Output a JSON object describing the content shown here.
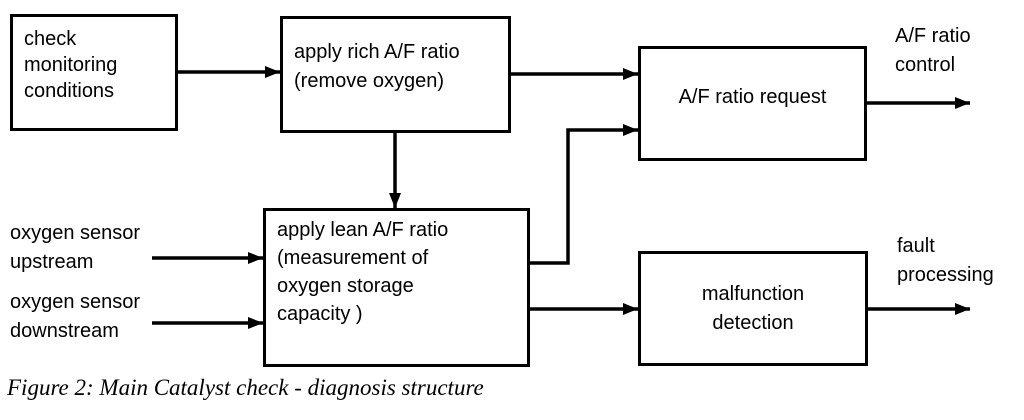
{
  "diagram": {
    "boxes": {
      "check_monitoring": {
        "label": "check\nmonitoring\nconditions"
      },
      "apply_rich": {
        "label": "apply rich A/F ratio\n(remove oxygen)"
      },
      "apply_lean": {
        "label": "apply lean A/F ratio\n(measurement of\noxygen storage\ncapacity )"
      },
      "af_ratio_request": {
        "label": "A/F ratio request"
      },
      "malfunction_detection": {
        "label": "malfunction\ndetection"
      }
    },
    "external_labels": {
      "af_ratio_control": {
        "label": "A/F ratio\ncontrol"
      },
      "fault_processing": {
        "label": "fault\nprocessing"
      },
      "oxygen_sensor_upstream": {
        "label": "oxygen sensor\nupstream"
      },
      "oxygen_sensor_downstream": {
        "label": "oxygen sensor\ndownstream"
      }
    },
    "caption": "Figure 2: Main Catalyst check - diagnosis structure",
    "colors": {
      "ink": "#000000",
      "background": "#ffffff"
    }
  }
}
